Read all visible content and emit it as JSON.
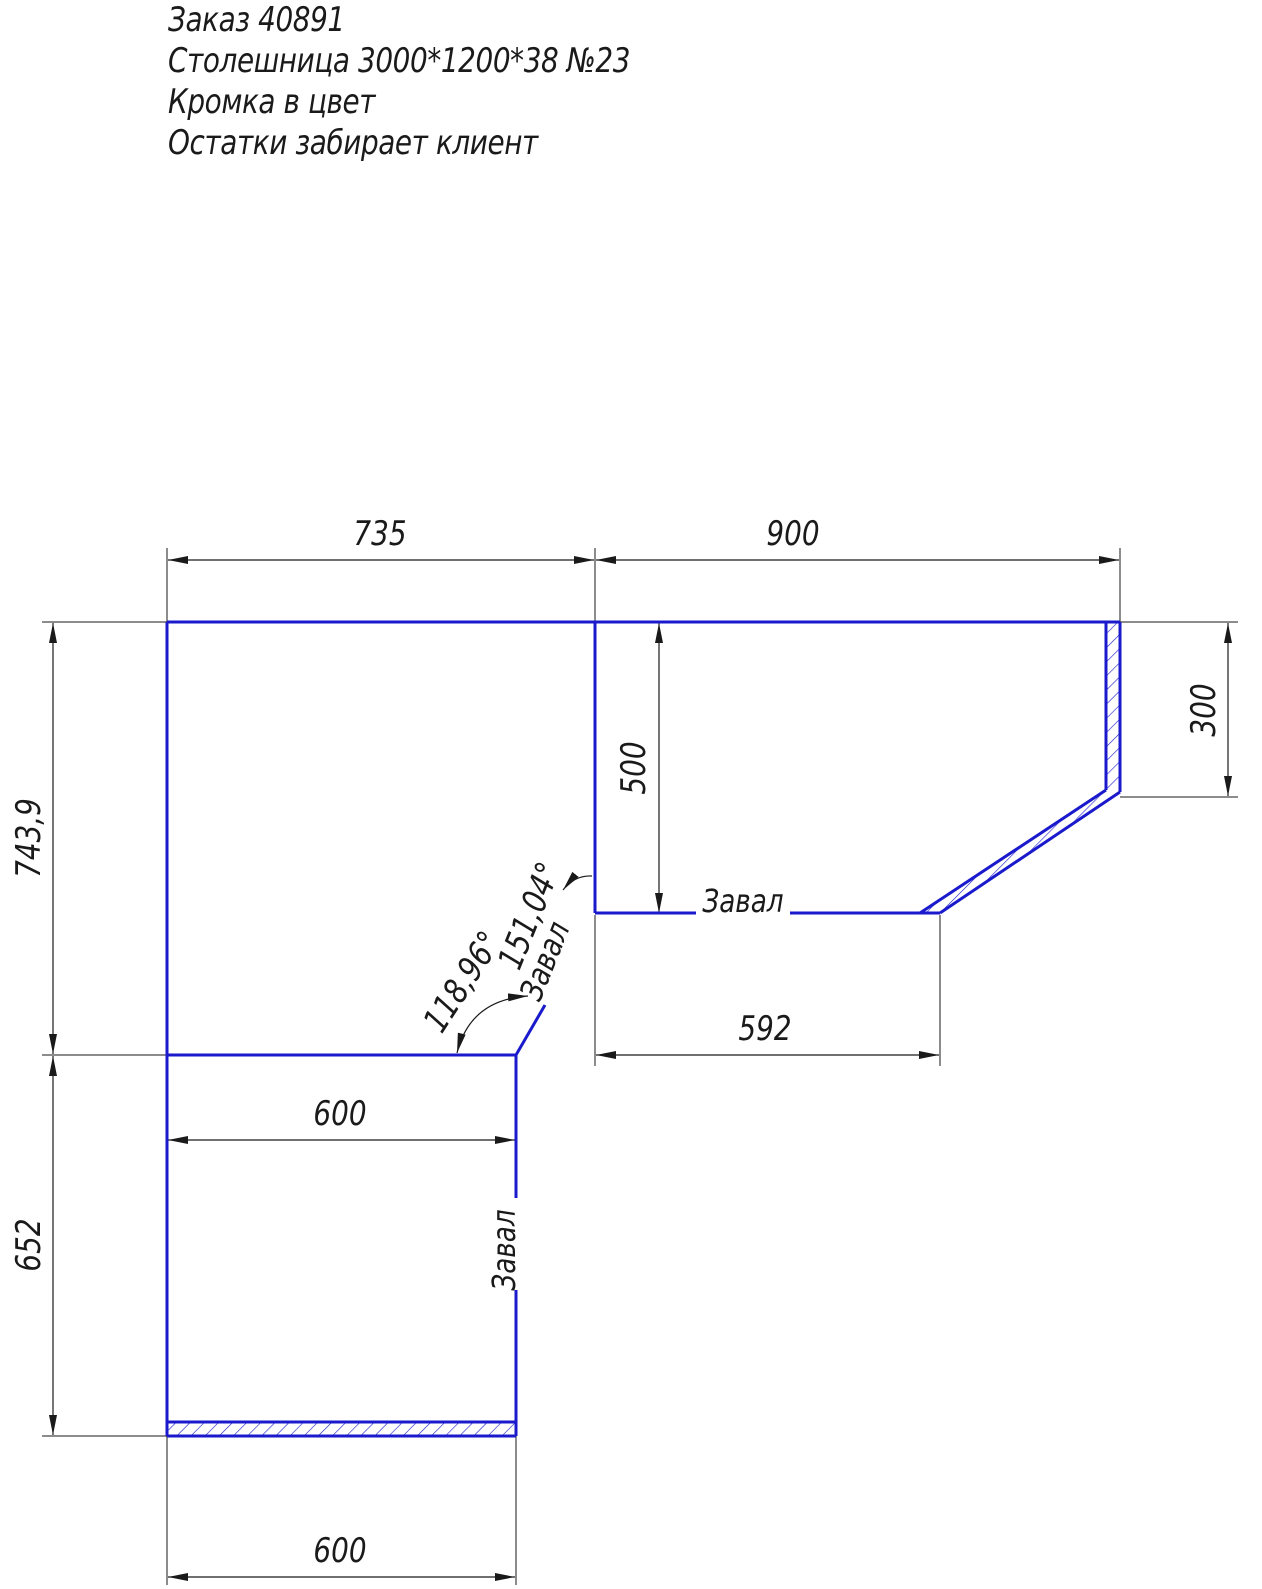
{
  "notes": {
    "order": "Заказ 40891",
    "countertop": "Столешница 3000*1200*38 №23",
    "edge": "Кромка в цвет",
    "remains": "Остатки забирает клиент"
  },
  "dimensions": {
    "top_left_width": "735",
    "top_right_width": "900",
    "left_upper_height": "743,9",
    "left_lower_height": "652",
    "right_edge_height": "300",
    "inner_right_height": "500",
    "inner_bottom_width": "592",
    "leg_inner_width": "600",
    "leg_bottom_width": "600",
    "angle_lower": "118,96°",
    "angle_upper": "151,04°"
  },
  "edge_labels": {
    "inner_horizontal": "Завал",
    "diagonal_small": "Завал",
    "leg_right": "Завал"
  },
  "colors": {
    "outline": "#1a1acc",
    "dimension": "#1a1a1a",
    "hatch": "#1a1acc"
  }
}
